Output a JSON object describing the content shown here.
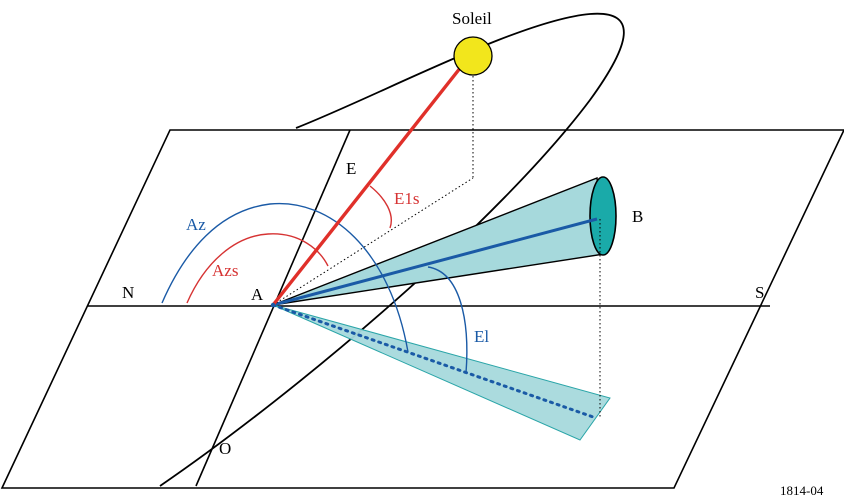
{
  "labels": {
    "sun": "Soleil",
    "east": "E",
    "north": "N",
    "south": "S",
    "west": "O",
    "point_a": "A",
    "point_b": "B",
    "azimuth": "Az",
    "azimuth_sun": "Azs",
    "elevation": "El",
    "elevation_sun": "E1s",
    "figure_ref": "1814-04"
  },
  "colors": {
    "sun_fill": "#f2e61c",
    "sun_ray": "#e0302a",
    "antenna_beam": "#1a5aa6",
    "beam_fill": "#8fcfcf",
    "beam_face": "#1aaaaa",
    "azimuth_sun_arc": "#d63333",
    "azimuth_arc": "#1a5aa6"
  }
}
